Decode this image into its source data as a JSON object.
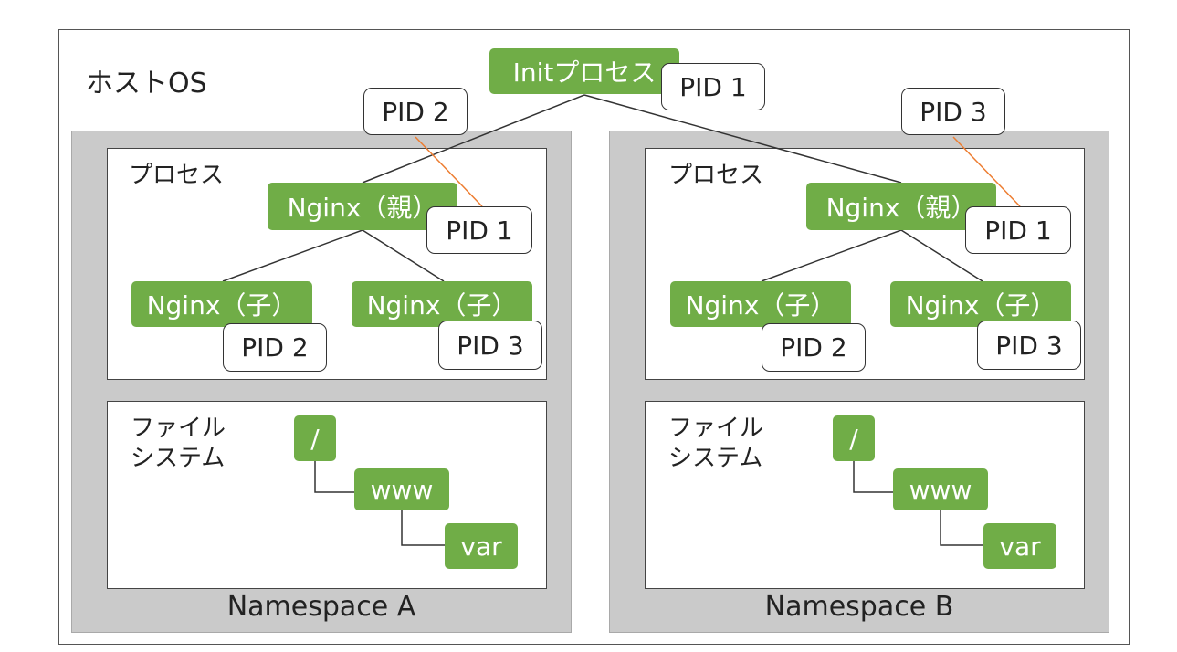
{
  "host": {
    "label": "ホストOS"
  },
  "init": {
    "label": "Initプロセス",
    "pid": "PID 1"
  },
  "namespaces": [
    {
      "label": "Namespace A",
      "host_pid": "PID 2",
      "process": {
        "label": "プロセス",
        "parent": {
          "label": "Nginx（親）",
          "pid": "PID 1"
        },
        "children": [
          {
            "label": "Nginx（子）",
            "pid": "PID 2"
          },
          {
            "label": "Nginx（子）",
            "pid": "PID 3"
          }
        ]
      },
      "filesystem": {
        "label_line1": "ファイル",
        "label_line2": "システム",
        "dirs": [
          "/",
          "www",
          "var"
        ]
      }
    },
    {
      "label": "Namespace B",
      "host_pid": "PID 3",
      "process": {
        "label": "プロセス",
        "parent": {
          "label": "Nginx（親）",
          "pid": "PID 1"
        },
        "children": [
          {
            "label": "Nginx（子）",
            "pid": "PID 2"
          },
          {
            "label": "Nginx（子）",
            "pid": "PID 3"
          }
        ]
      },
      "filesystem": {
        "label_line1": "ファイル",
        "label_line2": "システム",
        "dirs": [
          "/",
          "www",
          "var"
        ]
      }
    }
  ],
  "colors": {
    "process_box": "#70ad47",
    "namespace_bg": "#cacaca",
    "pid_link": "#ed7d31"
  }
}
